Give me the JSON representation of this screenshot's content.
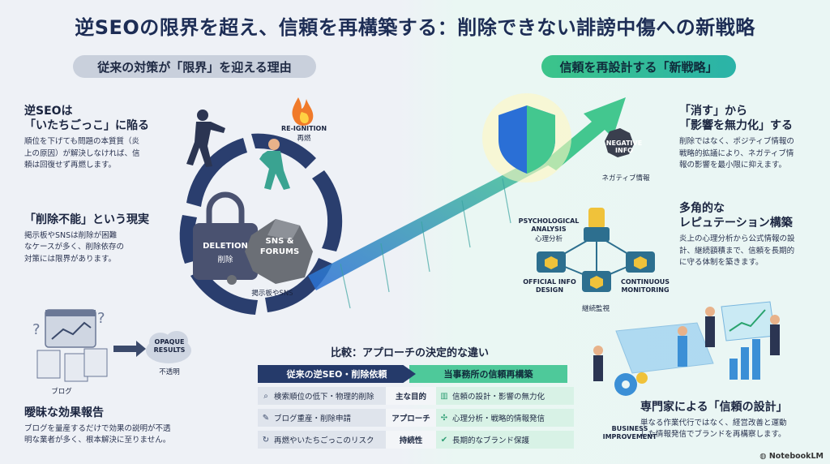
{
  "title": "逆SEOの限界を超え、信頼を再構築する：削除できない誹謗中傷への新戦略",
  "left_header": "従来の対策が「限界」を迎える理由",
  "right_header": "信頼を再設計する「新戦略」",
  "left": {
    "s1_title_a": "逆SEOは",
    "s1_title_b": "「いたちごっこ」に陥る",
    "s1_text_a": "順位を下げても問題の本質質（炎",
    "s1_text_b": "上の原因）が解決しなければ、信",
    "s1_text_c": "頼は回復せず再燃します。",
    "s2_title": "「削除不能」という現実",
    "s2_text_a": "掲示板やSNSは削除が困難",
    "s2_text_b": "なケースが多く、削除依存の",
    "s2_text_c": "対策には限界があります。",
    "s3_title": "曖昧な効果報告",
    "s3_text_a": "ブログを量産するだけで効果の説明が不透",
    "s3_text_b": "明な業者が多く、根本解決に至りません。"
  },
  "cycle": {
    "reignition_en": "RE-IGNITION",
    "reignition_jp": "再燃",
    "deletion_en": "DELETION",
    "deletion_jp": "削除",
    "rock_en_a": "SNS &",
    "rock_en_b": "FORUMS",
    "rock_jp": "掲示板やSNS",
    "opaque_a": "OPAQUE",
    "opaque_b": "RESULTS",
    "opaque_jp": "不透明",
    "blog_jp": "ブログ"
  },
  "right": {
    "r1_title_a": "「消す」から",
    "r1_title_b": "「影響を無力化」する",
    "r1_text_a": "削除ではなく、ポジティブ情報の",
    "r1_text_b": "戦略的拡議により、ネガティブ情",
    "r1_text_c": "報の影響を最小限に抑えます。",
    "r2_title_a": "多角的な",
    "r2_title_b": "レピュテーション構築",
    "r2_text_a": "炎上の心理分析から公式情報の設",
    "r2_text_b": "計、継続額積まで、信頼を長期的",
    "r2_text_c": "に守る体制を築きます。",
    "r3_title": "専門家による「信頼の設計」",
    "r3_text_a": "単なる作業代行ではなく、経営改善と運動",
    "r3_text_b": "した情報発信でブランドを再構察します。"
  },
  "network": {
    "negative_en_a": "NEGATIVE",
    "negative_en_b": "INFO",
    "negative_jp": "ネガティブ情報",
    "psych_en_a": "PSYCHOLOGICAL",
    "psych_en_b": "ANALYSIS",
    "psych_jp": "心理分析",
    "official_a": "OFFICIAL INFO",
    "official_b": "DESIGN",
    "cont_a": "CONTINUOUS",
    "cont_b": "MONITORING",
    "cont_jp": "継続監視",
    "biz_a": "BUSINESS",
    "biz_b": "IMPROVEMENT"
  },
  "compare": {
    "title": "比較：アプローチの決定的な違い",
    "head_left": "従来の逆SEO・削除依頼",
    "head_right": "当事務所の信頼再構築",
    "rows": [
      {
        "left": "検索順位の低下・物理的削除",
        "mid": "主な目的",
        "right": "信頼の設計・影響の無力化"
      },
      {
        "left": "ブログ重産・削除申請",
        "mid": "アプローチ",
        "right": "心理分析・戦略的情報発信"
      },
      {
        "left": "再燃やいたちごっこのリスク",
        "mid": "持続性",
        "right": "長期的なブランド保護"
      }
    ]
  },
  "brand": "NotebookLM",
  "colors": {
    "navy": "#253a6a",
    "green": "#4ec99a",
    "accent_blue": "#2a6fd6"
  }
}
